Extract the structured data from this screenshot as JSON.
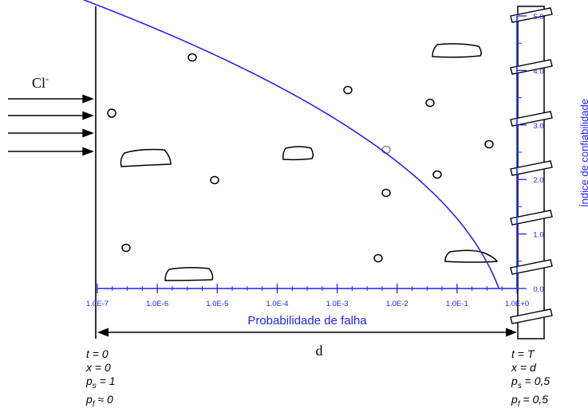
{
  "ion_label": "Cl",
  "ion_charge": "-",
  "x_axis": {
    "label": "Probabilidade de falha",
    "ticks": [
      "1.0E-7",
      "1.0E-6",
      "1.0E-5",
      "1.0E-4",
      "1.0E-3",
      "1.0E-2",
      "1.0E-1",
      "1.0E+0"
    ],
    "scale": "log"
  },
  "y_axis": {
    "label": "Índice de confiabilidade",
    "ticks": [
      "0.0",
      "1.0",
      "2.0",
      "3.0",
      "4.0",
      "5.0"
    ],
    "range": [
      0,
      5
    ]
  },
  "distance_label": "d",
  "left_conditions": [
    {
      "name": "t",
      "rel": " = ",
      "value": "0"
    },
    {
      "name": "x",
      "rel": " = ",
      "value": "0"
    },
    {
      "name": "p",
      "sub": "s",
      "rel": " = ",
      "value": "1"
    },
    {
      "name": "p",
      "sub": "f",
      "rel": " ≈ ",
      "value": "0"
    }
  ],
  "right_conditions": [
    {
      "name": "t",
      "rel": " = ",
      "value": "T"
    },
    {
      "name": "x",
      "rel": " = ",
      "value": "d"
    },
    {
      "name": "p",
      "sub": "s",
      "rel": " = ",
      "value": "0,5"
    },
    {
      "name": "p",
      "sub": "f",
      "rel": " = ",
      "value": "0,5"
    }
  ],
  "colors": {
    "curve": "#1a1aee",
    "axis": "#2222ee",
    "ink": "#000000"
  }
}
